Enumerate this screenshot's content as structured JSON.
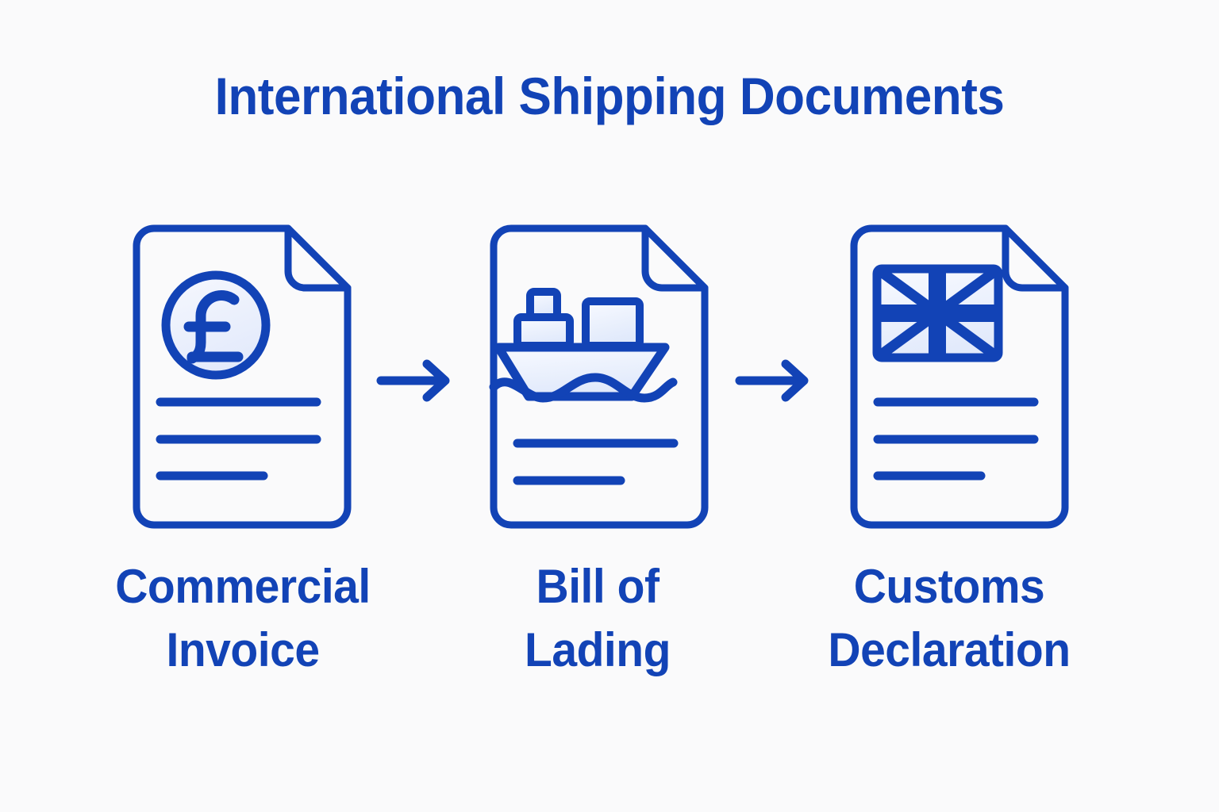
{
  "page": {
    "title": "International Shipping Documents",
    "background_color": "#fafafb",
    "accent_color": "#1243b6",
    "icon_fill_color": "#eef2fc"
  },
  "flow": {
    "steps": [
      {
        "id": "commercial-invoice",
        "icon": "document-pound-coin-icon",
        "label_line_1": "Commercial",
        "label_line_2": "Invoice",
        "text_lines": 3
      },
      {
        "id": "bill-of-lading",
        "icon": "document-cargo-ship-icon",
        "label_line_1": "Bill of",
        "label_line_2": "Lading",
        "text_lines": 2
      },
      {
        "id": "customs-declaration",
        "icon": "document-uk-flag-icon",
        "label_line_1": "Customs",
        "label_line_2": "Declaration",
        "text_lines": 3
      }
    ],
    "connectors": [
      {
        "id": "arrow-1",
        "icon": "arrow-right-icon"
      },
      {
        "id": "arrow-2",
        "icon": "arrow-right-icon"
      }
    ]
  }
}
